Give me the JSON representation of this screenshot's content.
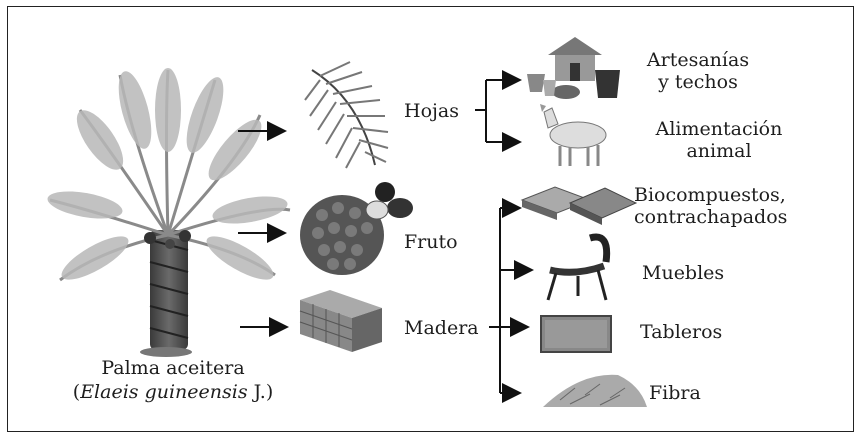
{
  "source": {
    "name_line1": "Palma aceitera",
    "name_line2_open": "(",
    "name_line2_italic": "Elaeis guineensis",
    "name_line2_close": " J.)"
  },
  "parts": {
    "leaves": "Hojas",
    "fruit": "Fruto",
    "wood": "Madera"
  },
  "uses": {
    "crafts_line1": "Artesanías",
    "crafts_line2": "y techos",
    "feed_line1": "Alimentación",
    "feed_line2": "animal",
    "composites_line1": "Biocompuestos,",
    "composites_line2": "contrachapados",
    "furniture": "Muebles",
    "boards": "Tableros",
    "fiber": "Fibra"
  }
}
